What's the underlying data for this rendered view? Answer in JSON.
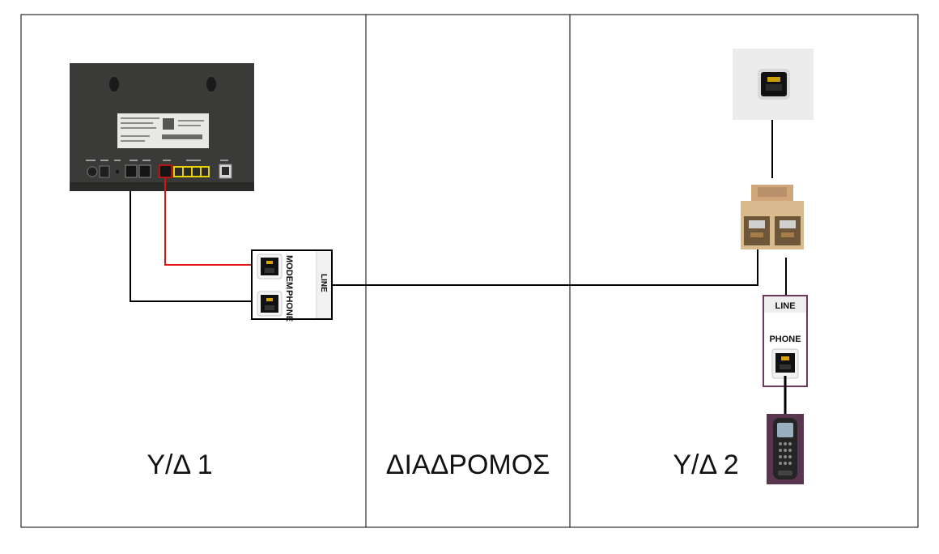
{
  "zones": [
    {
      "label": "Υ/Δ 1"
    },
    {
      "label": "ΔΙΑΔΡΟΜΟΣ"
    },
    {
      "label": "Υ/Δ 2"
    }
  ],
  "splitter_1": {
    "port_modem": "MODEM",
    "port_phone": "PHONE",
    "port_line": "LINE"
  },
  "splitter_2": {
    "port_line": "LINE",
    "port_phone": "PHONE"
  },
  "colors": {
    "cable": "#000000",
    "cable_dsl": "#e01010",
    "router_body": "#3a3a38",
    "lan_ports": "#e8d200",
    "coupler_beige": "#d9b98e",
    "splitter2_frame": "#6b3a5a",
    "phone_bg": "#5a3550"
  },
  "icons": [
    "router",
    "rj11-wall-socket",
    "rj45-wall-socket",
    "rj-coupler",
    "dsl-splitter",
    "cordless-phone"
  ]
}
